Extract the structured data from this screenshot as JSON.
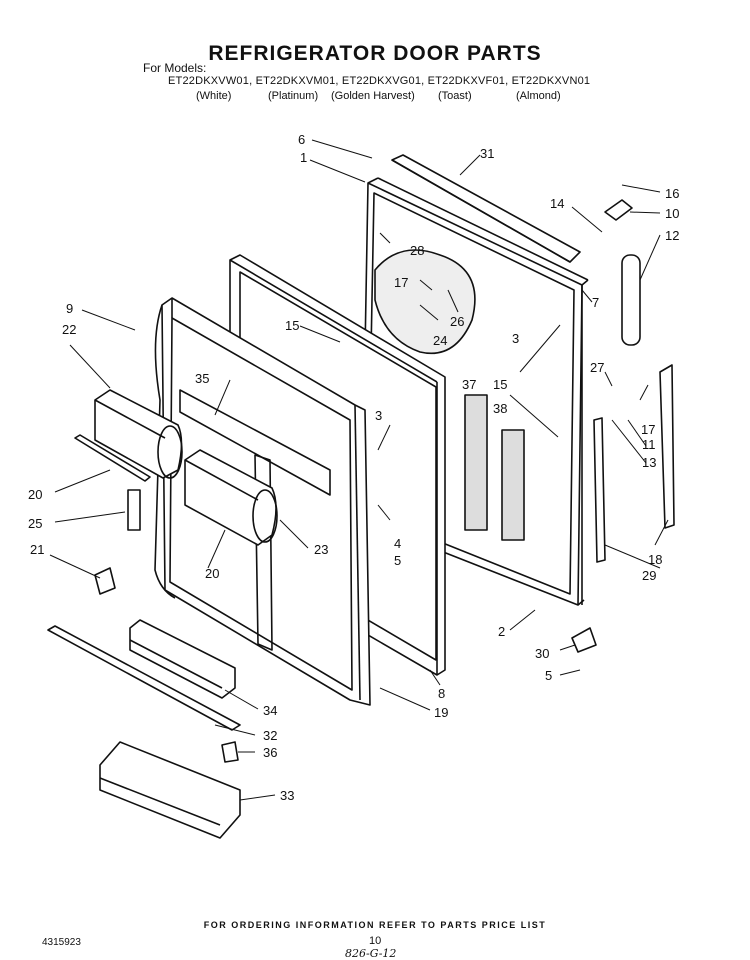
{
  "header": {
    "title": "REFRIGERATOR DOOR PARTS",
    "models_label": "For Models:",
    "models": "ET22DKXVW01, ET22DKXVM01, ET22DKXVG01, ET22DKXVF01, ET22DKXVN01",
    "colors": [
      "(White)",
      "(Platinum)",
      "(Golden Harvest)",
      "(Toast)",
      "(Almond)"
    ]
  },
  "callouts": {
    "c1": "1",
    "c2": "2",
    "c3a": "3",
    "c3b": "3",
    "c4": "4",
    "c5a": "5",
    "c5b": "5",
    "c6": "6",
    "c7": "7",
    "c8": "8",
    "c9": "9",
    "c10": "10",
    "c11": "11",
    "c12": "12",
    "c13": "13",
    "c14": "14",
    "c15a": "15",
    "c15b": "15",
    "c16": "16",
    "c17a": "17",
    "c17b": "17",
    "c18": "18",
    "c19": "19",
    "c20a": "20",
    "c20b": "20",
    "c21": "21",
    "c22": "22",
    "c23": "23",
    "c24": "24",
    "c25": "25",
    "c26": "26",
    "c27": "27",
    "c28": "28",
    "c29": "29",
    "c30": "30",
    "c31": "31",
    "c32": "32",
    "c33": "33",
    "c34": "34",
    "c35": "35",
    "c36": "36",
    "c37": "37",
    "c38": "38"
  },
  "footer": {
    "note": "FOR ORDERING INFORMATION REFER TO PARTS PRICE LIST",
    "part_number": "4315923",
    "page": "10",
    "handwritten": "826-G-12"
  }
}
